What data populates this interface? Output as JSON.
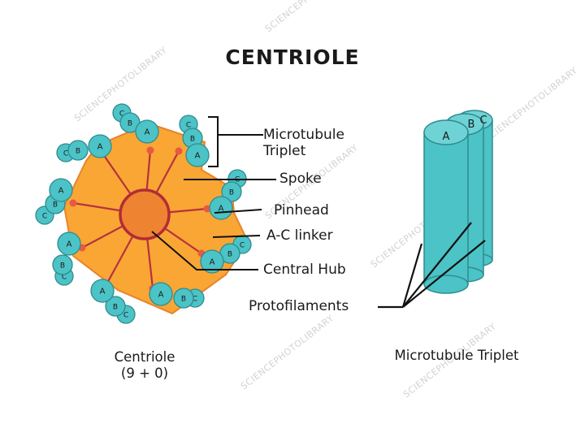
{
  "title": "CENTRIOLE",
  "labels": {
    "microtubule_triplet": [
      "Microtubule",
      "Triplet"
    ],
    "spoke": "Spoke",
    "pinhead": "Pinhead",
    "ac_linker": "A-C linker",
    "central_hub": "Central Hub",
    "protofilaments": "Protofilaments"
  },
  "captions": {
    "centriole": [
      "Centriole",
      "(9 + 0)"
    ],
    "microtubule_triplet": "Microtubule Triplet"
  },
  "tubule_letters": [
    "A",
    "B",
    "C"
  ],
  "watermark": "SCIENCEPHOTOLIBRARY",
  "colors": {
    "orange_body": "#f9a634",
    "orange_outline": "#e8832b",
    "hub": "#ee8332",
    "hub_ring": "#b22c36",
    "spoke": "#b5323e",
    "pinhead": "#e65a43",
    "tubule_fill": "#4cc3c6",
    "tubule_outline": "#2f8b8f",
    "line": "#111111"
  }
}
